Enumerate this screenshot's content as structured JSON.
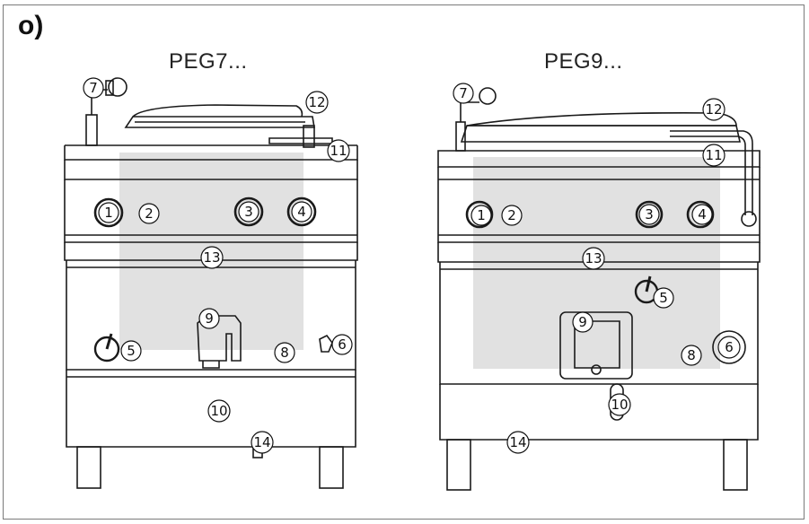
{
  "section_label": "o)",
  "models": {
    "left": "PEG7...",
    "right": "PEG9..."
  },
  "callouts": [
    "1",
    "2",
    "3",
    "4",
    "5",
    "6",
    "7",
    "8",
    "9",
    "10",
    "11",
    "12",
    "13",
    "14"
  ]
}
